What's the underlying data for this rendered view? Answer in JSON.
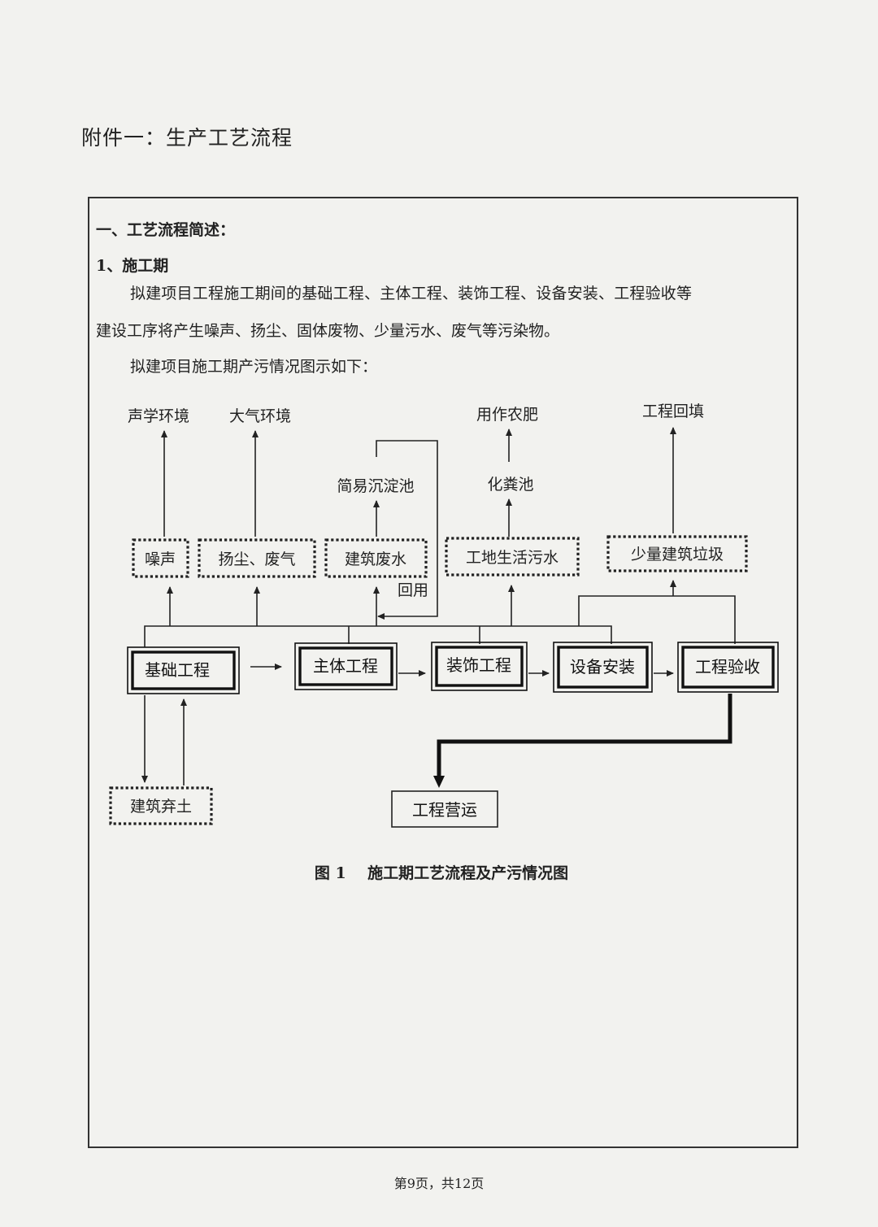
{
  "page": {
    "title": "附件一：生产工艺流程",
    "footer": "第9页，共12页"
  },
  "content": {
    "section_heading": "一、工艺流程简述：",
    "sub_heading": "1、施工期",
    "paragraph_line1": "拟建项目工程施工期间的基础工程、主体工程、装饰工程、设备安装、工程验收等",
    "paragraph_line2": "建设工序将产生噪声、扬尘、固体废物、少量污水、废气等污染物。",
    "intro_line": "拟建项目施工期产污情况图示如下："
  },
  "diagram": {
    "targets": {
      "acoustic": "声学环境",
      "atmosphere": "大气环境",
      "fertilizer": "用作农肥",
      "backfill": "工程回填"
    },
    "intermediate": {
      "sediment_tank": "简易沉淀池",
      "septic_tank": "化粪池"
    },
    "pollutants": {
      "noise": "噪声",
      "dust_gas": "扬尘、废气",
      "construction_wastewater": "建筑废水",
      "domestic_sewage": "工地生活污水",
      "construction_waste": "少量建筑垃圾",
      "spoil": "建筑弃土"
    },
    "reuse_label": "回用",
    "stages": {
      "foundation": "基础工程",
      "main_structure": "主体工程",
      "decoration": "装饰工程",
      "equipment": "设备安装",
      "acceptance": "工程验收"
    },
    "operation": "工程营运",
    "caption": "图 1    施工期工艺流程及产污情况图"
  }
}
